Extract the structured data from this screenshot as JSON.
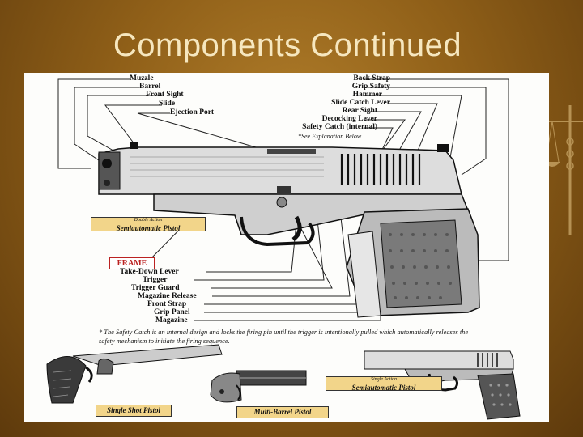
{
  "slide": {
    "title": "Components Continued"
  },
  "diagram": {
    "left_labels": [
      "Muzzle",
      "Barrel",
      "Front Sight",
      "Slide",
      "Ejection Port"
    ],
    "right_labels": [
      "Back Strap",
      "Grip Safety",
      "Hammer",
      "Slide Catch Lever",
      "Rear Sight",
      "Decocking Lever",
      "Safety Catch (internal)"
    ],
    "right_note": "*See Explanation Below",
    "frame_label": "FRAME",
    "frame_labels": [
      "Take-Down Lever",
      "Trigger",
      "Trigger Guard",
      "Magazine Release",
      "Front Strap",
      "Grip Panel",
      "Magazine"
    ],
    "main_caption_small": "Double Action",
    "main_caption": "Semiautomatic Pistol",
    "footnote": "* The Safety Catch is an internal design and locks the firing pin until the trigger is intentionally pulled which automatically releases the safety mechanism to initiate the firing sequence.",
    "captions": {
      "single_shot": "Single Shot Pistol",
      "multi_barrel": "Multi-Barrel Pistol",
      "semi_small": "Single Action",
      "semi": "Semiautomatic Pistol"
    }
  }
}
